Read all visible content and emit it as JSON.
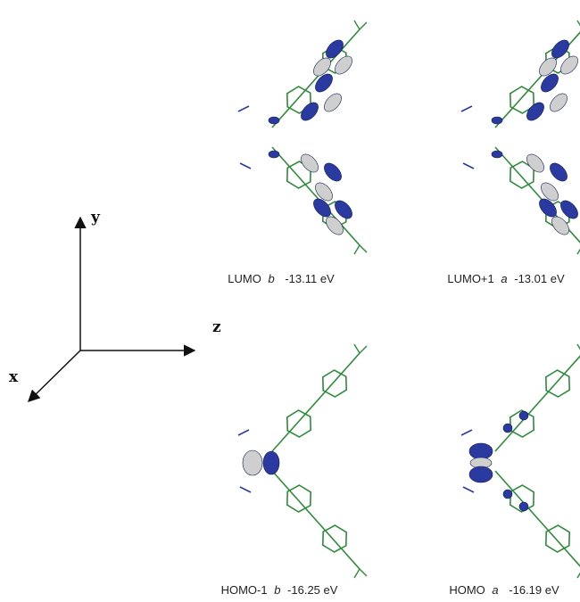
{
  "axes": {
    "y_label": "y",
    "z_label": "z",
    "x_label": "x"
  },
  "panels": [
    {
      "orbital": "LUMO",
      "symmetry": "b",
      "energy": "-13.11 eV"
    },
    {
      "orbital": "LUMO+1",
      "symmetry": "a",
      "energy": "-13.01 eV"
    },
    {
      "orbital": "HOMO-1",
      "symmetry": "b",
      "energy": "-16.25 eV"
    },
    {
      "orbital": "HOMO",
      "symmetry": "a",
      "energy": "-16.19 eV"
    }
  ],
  "colors": {
    "lobe_positive": "#2a3aa0",
    "lobe_negative": "#cfcfcf",
    "bond": "#2e8b3a"
  }
}
